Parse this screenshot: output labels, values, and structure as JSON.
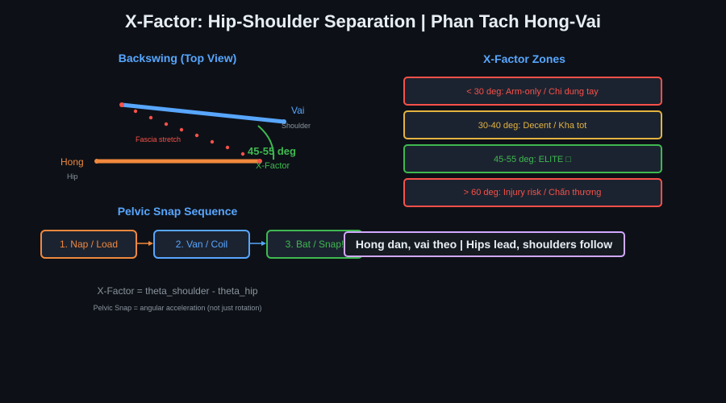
{
  "title": "X-Factor: Hip-Shoulder Separation | Phan Tach Hong-Vai",
  "colors": {
    "background": "#0d1117",
    "shoulder": "#58a6ff",
    "hip": "#f0883e",
    "angle": "#3fb950",
    "stretch": "#f85149",
    "warning": "#e3b341",
    "panel": "#1c2330",
    "callout_border": "#d2a8ff"
  },
  "backswing": {
    "heading": "Backswing (Top View)",
    "shoulder_label": "Vai",
    "shoulder_sublabel": "Shoulder",
    "hip_label": "Hong",
    "hip_sublabel": "Hip",
    "stretch_label": "Fascia stretch",
    "angle_label": "45-55 deg",
    "angle_sublabel": "X-Factor"
  },
  "zones": {
    "heading": "X-Factor Zones",
    "items": [
      {
        "label": "< 30 deg: Arm-only / Chi dung tay",
        "color": "#f85149"
      },
      {
        "label": "30-40 deg: Decent / Kha tot",
        "color": "#e3b341"
      },
      {
        "label": "45-55 deg: ELITE □",
        "color": "#3fb950"
      },
      {
        "label": "> 60 deg: Injury risk / Chấn thương",
        "color": "#f85149"
      }
    ]
  },
  "sequence": {
    "heading": "Pelvic Snap Sequence",
    "steps": [
      {
        "label": "1. Nap / Load",
        "color": "#f0883e"
      },
      {
        "label": "2. Van / Coil",
        "color": "#58a6ff"
      },
      {
        "label": "3. Bat / Snap!",
        "color": "#3fb950"
      }
    ],
    "callout": "Hong dan, vai theo | Hips lead, shoulders follow"
  },
  "formula": {
    "line1": "X-Factor = theta_shoulder - theta_hip",
    "line2": "Pelvic Snap = angular acceleration (not just rotation)"
  }
}
